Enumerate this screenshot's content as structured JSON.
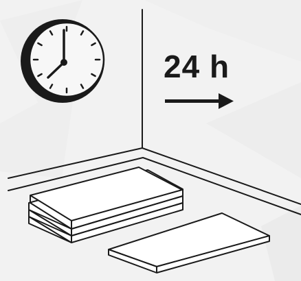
{
  "illustration": {
    "duration_label": "24 h",
    "clock": {
      "hour": 7,
      "minute": 0,
      "icon": "wall-clock-icon"
    },
    "arrow_icon": "right-arrow-icon",
    "colors": {
      "ink": "#1a1a1a",
      "background": "#f2f2f2",
      "board_face": "#ffffff",
      "clock_face": "#f7f7f7"
    }
  }
}
